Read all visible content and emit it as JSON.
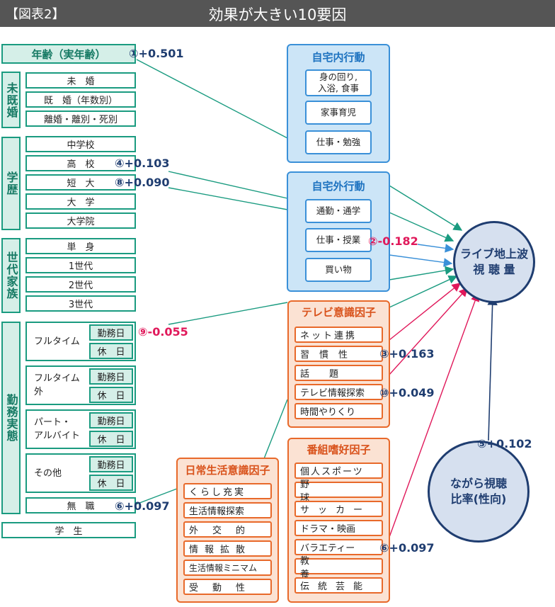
{
  "header": {
    "tag": "【図表2】",
    "title": "効果が大きい10要因"
  },
  "left": {
    "age": "年齢（実年齢）",
    "marital": {
      "label": "未既婚",
      "items": [
        "未　婚",
        "既　婚（年数別）",
        "離婚・離別・死別"
      ]
    },
    "education": {
      "label": "学歴",
      "items": [
        "中学校",
        "高　校",
        "短　大",
        "大　学",
        "大学院"
      ]
    },
    "household": {
      "label": "世代家族",
      "items": [
        "単　身",
        "1世代",
        "2世代",
        "3世代"
      ]
    },
    "work": {
      "label": "勤務実態",
      "groups": [
        {
          "name": "フルタイム",
          "days": [
            "勤務日",
            "休　日"
          ]
        },
        {
          "name": "フルタイム\n外",
          "days": [
            "勤務日",
            "休　日"
          ]
        },
        {
          "name": "パート・\nアルバイト",
          "days": [
            "勤務日",
            "休　日"
          ]
        },
        {
          "name": "その他",
          "days": [
            "勤務日",
            "休　日"
          ]
        }
      ],
      "unemployed": "無　職"
    },
    "student": "学　生"
  },
  "home_in": {
    "title": "自宅内行動",
    "items": [
      "身の回り,\n入浴, 食事",
      "家事育児",
      "仕事・勉強"
    ]
  },
  "home_out": {
    "title": "自宅外行動",
    "items": [
      "通勤・通学",
      "仕事・授業",
      "買い物"
    ]
  },
  "tv_awareness": {
    "title": "テレビ意識因子",
    "items": [
      "ネット連携",
      "習慣性",
      "話題",
      "テレビ情報探索",
      "時間やりくり"
    ]
  },
  "daily_awareness": {
    "title": "日常生活意識因子",
    "items": [
      "くらし充実",
      "生活情報探索",
      "外交的",
      "情報拡散",
      "生活情報ミニマム",
      "受動性"
    ]
  },
  "program_pref": {
    "title": "番組嗜好因子",
    "items": [
      "個人スポーツ",
      "野球",
      "サッカー",
      "ドラマ・映画",
      "バラエティー",
      "教養",
      "伝統芸能"
    ]
  },
  "target": {
    "line1": "ライブ地上波",
    "line2": "視 聴 量"
  },
  "secondary": {
    "line1": "ながら視聴",
    "line2": "比率(性向)"
  },
  "effects": [
    {
      "rank": "①",
      "value": "+0.501",
      "factor": "年齢"
    },
    {
      "rank": "②",
      "value": "-0.182",
      "factor": "仕事・授業"
    },
    {
      "rank": "③",
      "value": "+0.163",
      "factor": "習慣性"
    },
    {
      "rank": "④",
      "value": "+0.103",
      "factor": "高校"
    },
    {
      "rank": "⑤",
      "value": "+0.102",
      "factor": "ながら視聴比率"
    },
    {
      "rank": "⑥",
      "value": "+0.097",
      "factor": "無職"
    },
    {
      "rank": "⑥",
      "value": "+0.097",
      "factor": "バラエティー"
    },
    {
      "rank": "⑧",
      "value": "+0.090",
      "factor": "短大"
    },
    {
      "rank": "⑨",
      "value": "-0.055",
      "factor": "フルタイム勤務日"
    },
    {
      "rank": "⑩",
      "value": "+0.049",
      "factor": "テレビ情報探索"
    }
  ],
  "colors": {
    "green": "#1a9b80",
    "blue": "#3a90d8",
    "orange": "#e8692a",
    "navy": "#1f3d70",
    "red": "#e0185a"
  }
}
